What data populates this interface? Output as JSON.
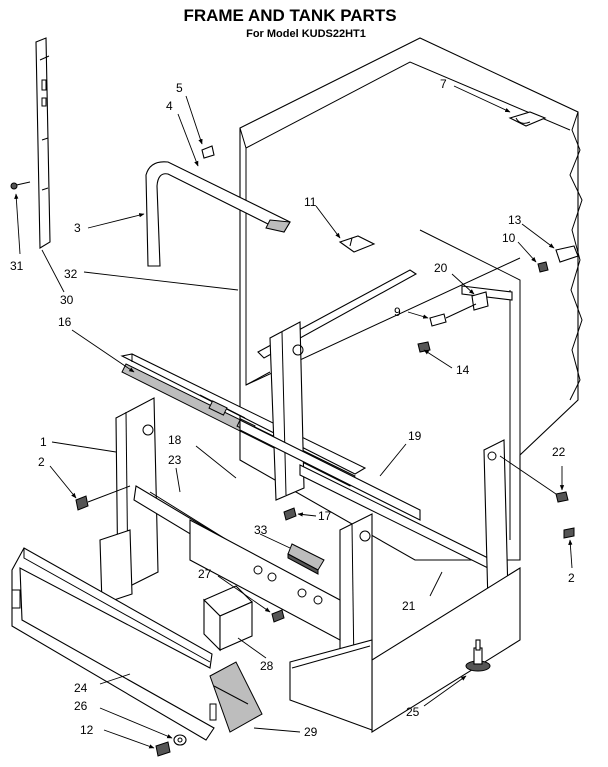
{
  "header": {
    "title": "FRAME AND TANK PARTS",
    "subtitle": "For Model KUDS22HT1"
  },
  "callouts": {
    "c1": "1",
    "c2a": "2",
    "c2b": "2",
    "c3": "3",
    "c4": "4",
    "c5": "5",
    "c7": "7",
    "c9": "9",
    "c10": "10",
    "c11": "11",
    "c12": "12",
    "c13": "13",
    "c14": "14",
    "c16": "16",
    "c17": "17",
    "c18": "18",
    "c19": "19",
    "c20": "20",
    "c21": "21",
    "c22": "22",
    "c23": "23",
    "c24": "24",
    "c25": "25",
    "c26": "26",
    "c27": "27",
    "c28": "28",
    "c29": "29",
    "c30": "30",
    "c31": "31",
    "c32": "32",
    "c33": "33"
  }
}
